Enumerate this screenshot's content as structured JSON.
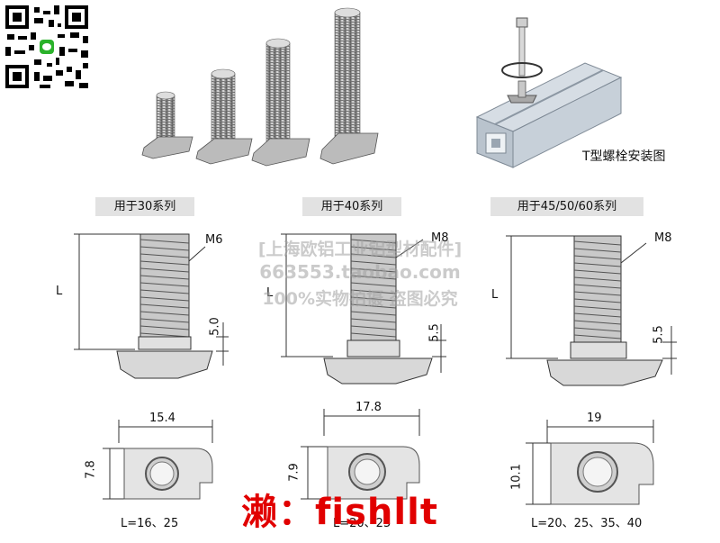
{
  "install_caption": "T型螺栓安装图",
  "series": [
    {
      "label": "用于30系列",
      "thread": "M6",
      "head_height": "5.0",
      "width": "15.4",
      "depth": "7.8",
      "lengths": "L=16、25",
      "length_symbol": "L"
    },
    {
      "label": "用于40系列",
      "thread": "M8",
      "head_height": "5.5",
      "width": "17.8",
      "depth": "7.9",
      "lengths": "L=20、25",
      "length_symbol": "L"
    },
    {
      "label": "用于45/50/60系列",
      "thread": "M8",
      "head_height": "5.5",
      "width": "19",
      "depth": "10.1",
      "lengths": "L=20、25、35、40",
      "length_symbol": "L"
    }
  ],
  "watermark": {
    "line1": "[上海欧铝工业铝型材配件]",
    "line2": "663553.taobao.com",
    "line3": "100%实物拍摄 盗图必究"
  },
  "seller_text": "濑：fishllt",
  "icons": [
    "qr-code-icon",
    "wechat-icon"
  ]
}
